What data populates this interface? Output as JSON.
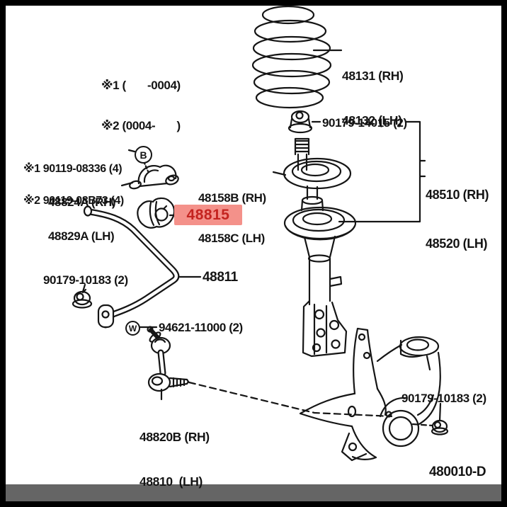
{
  "diagram": {
    "code": "480010-D",
    "legend": [
      "※1 (       -0004)",
      "※2 (0004-       )"
    ],
    "fastener_notes": [
      "※1 90119-08336 (4)",
      "※2 90119-08B73 (4)"
    ],
    "labels": {
      "spring": {
        "line1": "48131 (RH)",
        "line2": "48132 (LH)"
      },
      "strut_nut": "90179-14015 (2)",
      "strut": {
        "line1": "48510 (RH)",
        "line2": "48520 (LH)"
      },
      "bracket": {
        "line1": "48824A (RH)",
        "line2": "48829A (LH)"
      },
      "support": {
        "line1": "48158B (RH)",
        "line2": "48158C (LH)"
      },
      "bushing": "48815",
      "bar_nut_left": "90179-10183 (2)",
      "bar": "48811",
      "washer": "94621-11000 (2)",
      "link": {
        "line1": "48820B (RH)",
        "line2": "48810  (LH)"
      },
      "knuckle_nut_right": "90179-10183 (2)"
    },
    "callouts": {
      "b": "B",
      "w": "W"
    },
    "colors": {
      "line": "#151515",
      "highlight_bg": "#f4918a",
      "highlight_text": "#c42420",
      "footer_bar": "#656565",
      "frame": "#000000",
      "background": "#ffffff"
    }
  }
}
